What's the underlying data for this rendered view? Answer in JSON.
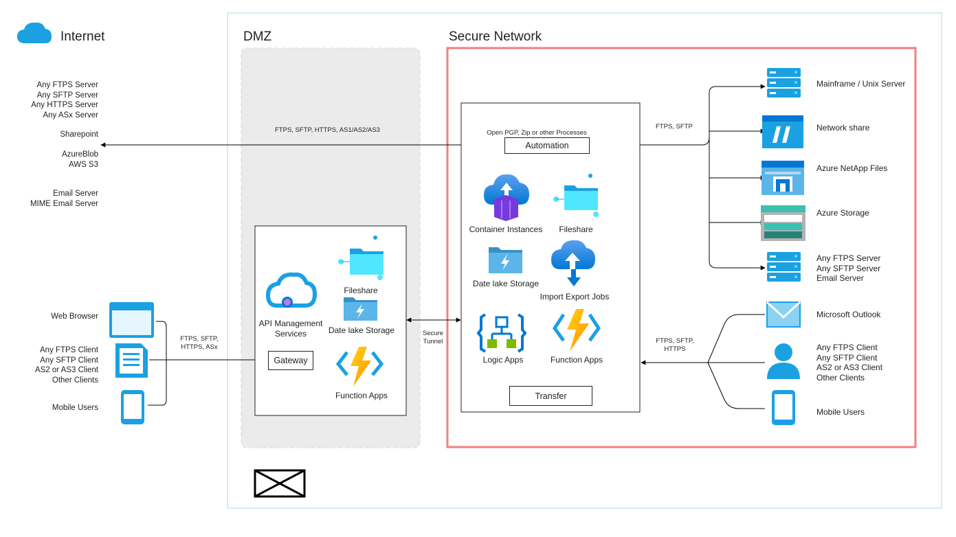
{
  "zones": {
    "internet": {
      "title": "Internet"
    },
    "dmz": {
      "title": "DMZ"
    },
    "secure": {
      "title": "Secure Network"
    }
  },
  "internet_targets": [
    {
      "lines": "Any FTPS Server\nAny SFTP Server\nAny HTTPS Server\nAny ASx Server"
    },
    {
      "lines": "Sharepoint"
    },
    {
      "lines": "AzureBlob\nAWS S3"
    },
    {
      "lines": "Email Server\nMIME Email Server"
    }
  ],
  "clients_left": [
    {
      "label": "Web Browser",
      "icon": "web-browser-icon"
    },
    {
      "label": "Any FTPS Client\nAny SFTP Client\nAS2 or AS3 Client\nOther Clients",
      "icon": "document-icon"
    },
    {
      "label": "Mobile Users",
      "icon": "mobile-icon"
    }
  ],
  "connections": {
    "outbound_protocols": "FTPS, SFTP, HTTPS, AS1/AS2/AS3",
    "client_protocols": "FTPS, SFTP,\nHTTPS, ASx",
    "secure_tunnel": "Secure\nTunnel",
    "internal_protocols": "FTPS, SFTP",
    "inbound_protocols": "FTPS, SFTP,\nHTTPS"
  },
  "dmz_box": {
    "api_management": "API Management\nServices",
    "gateway": "Gateway",
    "fileshare": "Fileshare",
    "datalake": "Date lake Storage",
    "function_apps": "Function Apps"
  },
  "secure_box": {
    "processes_caption": "Open PGP, Zip or other Processes",
    "automation": "Automation",
    "container_instances": "Container Instances",
    "fileshare": "Fileshare",
    "datalake": "Date lake Storage",
    "import_export": "Import Export Jobs",
    "logic_apps": "Logic Apps",
    "function_apps": "Function Apps",
    "transfer": "Transfer"
  },
  "internal_targets": [
    {
      "label": "Mainframe / Unix Server",
      "icon": "server-icon"
    },
    {
      "label": "Network share",
      "icon": "network-share-icon"
    },
    {
      "label": "Azure NetApp Files",
      "icon": "netapp-files-icon"
    },
    {
      "label": "Azure Storage",
      "icon": "storage-account-icon"
    },
    {
      "label": "Any FTPS Server\nAny SFTP Server\nEmail Server",
      "icon": "server-icon"
    }
  ],
  "clients_right": [
    {
      "label": "Microsoft Outlook",
      "icon": "mail-icon"
    },
    {
      "label": "Any FTPS Client\nAny SFTP Client\nAS2 or AS3 Client\nOther Clients",
      "icon": "user-icon"
    },
    {
      "label": "Mobile Users",
      "icon": "mobile-icon"
    }
  ],
  "colors": {
    "azure_blue": "#0078D4",
    "light_blue": "#50E6FF",
    "secure_border": "#F08080",
    "dmz_fill": "#EBEBEB",
    "outer_border": "#A9D8EE",
    "lightning": "#FFB900"
  }
}
